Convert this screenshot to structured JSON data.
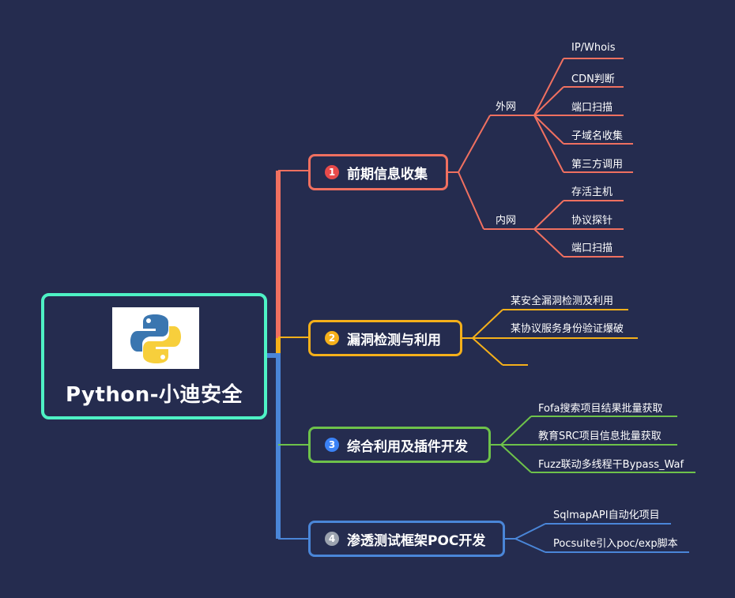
{
  "root": {
    "title": "Python-小迪安全",
    "logo": "python-logo"
  },
  "branches": [
    {
      "num": "1",
      "label": "前期信息收集",
      "color": "#f07060",
      "badge_color": "#e84a4a",
      "groups": [
        {
          "label": "外网",
          "items": [
            "IP/Whois",
            "CDN判断",
            "端口扫描",
            "子域名收集",
            "第三方调用"
          ]
        },
        {
          "label": "内网",
          "items": [
            "存活主机",
            "协议探针",
            "端口扫描"
          ]
        }
      ]
    },
    {
      "num": "2",
      "label": "漏洞检测与利用",
      "color": "#f5b01a",
      "badge_color": "#f5b01a",
      "items": [
        "某安全漏洞检测及利用",
        "某协议服务身份验证爆破",
        ""
      ]
    },
    {
      "num": "3",
      "label": "综合利用及插件开发",
      "color": "#6ec24a",
      "badge_color": "#3b82f6",
      "items": [
        "Fofa搜索项目结果批量获取",
        "教育SRC项目信息批量获取",
        "Fuzz联动多线程干Bypass_Waf"
      ]
    },
    {
      "num": "4",
      "label": "渗透测试框架POC开发",
      "color": "#4a86d8",
      "badge_color": "#9ca3af",
      "items": [
        "SqlmapAPI自动化项目",
        "Pocsuite引入poc/exp脚本"
      ]
    }
  ]
}
